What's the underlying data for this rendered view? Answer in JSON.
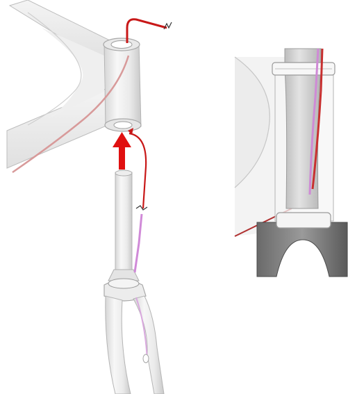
{
  "figure": {
    "description_visible_text": "",
    "panels": [
      "exploded-assembly-view",
      "detail-inset-view"
    ]
  },
  "colors": {
    "background": "#ffffff",
    "frame_fill": "#f2f2f2",
    "frame_stroke": "#b9b9b9",
    "frame_shadow": "#d9d9d9",
    "brake_cable": "#cc1a1a",
    "brake_cable_faded": "#d89a9a",
    "arrow": "#e01010",
    "second_cable": "#d08ad8",
    "fork_dark": "#555555",
    "fork_mid": "#8a8a8a"
  },
  "icons": {
    "assembly_arrow": "up-arrow",
    "cable_break": "wavy-break-mark"
  }
}
